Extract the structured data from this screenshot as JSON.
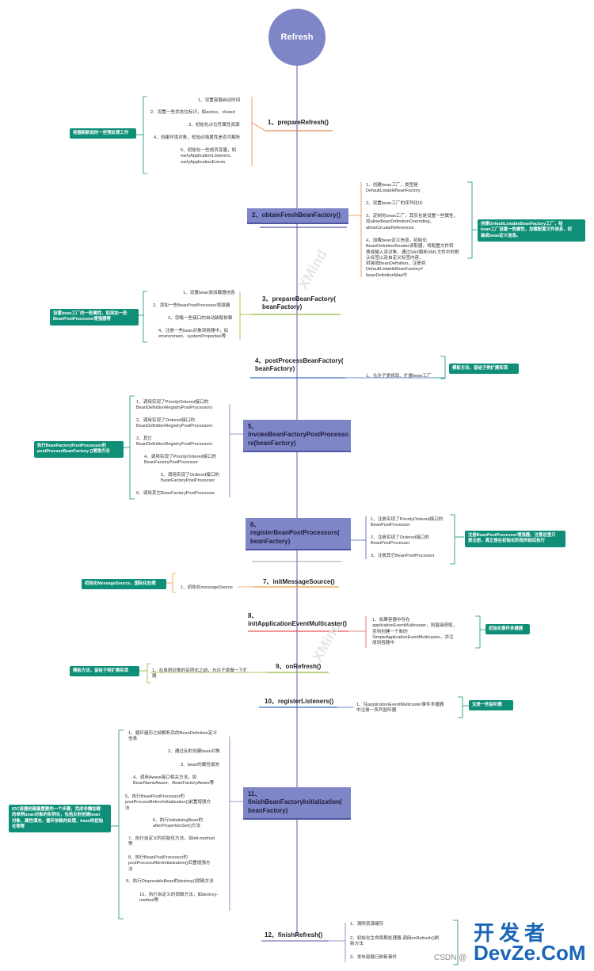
{
  "root": "Refresh",
  "steps": [
    {
      "label": "1、prepareRefresh()",
      "items": [
        "1、设置容器启动时间",
        "2、设置一些状态位标识，如active、closed",
        "3、初始化占位符属性资源",
        "4、创建环境对象，校验必填属性是否可解析",
        "5、初始化一些成员变量，如\nearlyApplicationListeners、\nearlyApplicationEvents"
      ],
      "tag": "容器刷新前的一些预处理工作"
    },
    {
      "label": "2、obtainFreshBeanFactory()",
      "items": [
        "1、创建bean工厂，类型是\nDefaultListableBeanFactory",
        "2、设置bean工厂的序列化ID",
        "3、定制化bean工厂，其实也是设置一些属性，\n如allowBeanDefinitionOverriding、\nallowCircularReferences",
        "4、加载bean定义信息，初始化\nBeanDefinitionReader读取器，将配置文件转\n换成输入流对象，通过SAX解析XML文件中的默\n认标签以及自定义标签内容，\n封装成BeanDefinition，注册到\nDefaultListableBeanFactory#\nbeanDefinitionMap中"
      ],
      "tag": "创建DefaultListableBeanFactory工厂，给\nbean工厂设置一些属性，加载配置文件信息，封\n装成bean定义信息。"
    },
    {
      "label": "3、prepareBeanFactory(\nbeanFactory)",
      "items": [
        "1、设置bean类加载器信息",
        "2、添加一些BeanPostProcessor增强器",
        "3、忽略一些接口的自动装配依赖",
        "4、注册一些bean对象到容器中，如\nenvironment、systemProperties等"
      ],
      "tag": "设置bean工厂的一些属性，如添加一些\nBeanPostProcessor增强器等"
    },
    {
      "label": "4、postProcessBeanFactory(\nbeanFactory)",
      "items": [
        "1、允许子类修改、扩展bean工厂"
      ],
      "tag": "模板方法，留给子类扩展实现"
    },
    {
      "label": "5、\ninvokeBeanFactoryPostProcesso\nrs(beanFactory)",
      "items": [
        "1、调用实现了PriorityOrdered接口的\nBeanDefinitionRegistryPostProcessors",
        "2、调用实现了Ordered接口的\nBeanDefinitionRegistryPostProcessors",
        "3、其它\nBeanDefinitionRegistryPostProcessors",
        "4、调用实现了PriorityOrdered接口的\nBeanFactoryPostProcessor",
        "5、调用实现了Ordered接口的\nBeanFactoryPostProcessor",
        "6、调用其它BeanFactoryPostProcessor"
      ],
      "tag": "执行BeanFactoryPostProcessor的\npostProcessBeanFactory ()增强方法"
    },
    {
      "label": "6、registerBeanPostProcessors(\nbeanFactory)",
      "items": [
        "1、注册实现了PriorityOrdered接口的\nBeanPostProcessor",
        "2、注册实现了Ordered接口的\nBeanPostProcessor",
        "3、注册其它BeanPostProcessor"
      ],
      "tag": "注册BeanPostProcessor增强器，注意这里只\n是注册，真正是在初始化阶段的前后执行"
    },
    {
      "label": "7、initMessageSource()",
      "items": [
        "1、初始化messageSource"
      ],
      "tag": "初始化MessageSource，国际化处理"
    },
    {
      "label": "8、\ninitApplicationEventMulticaster()",
      "items": [
        "1、如果容器中存在\napplicationEventMulticaster，则直接获取，\n否则创建一个新的\nSimpleApplicationEventMulticaster，并注\n册到容器中"
      ],
      "tag": "初始化事件多播器"
    },
    {
      "label": "9、onRefresh()",
      "items": [
        "1、在单例对象的实例化之前，允许子类做一下扩\n展"
      ],
      "tag": "模板方法，留给子类扩展实现"
    },
    {
      "label": "10、registerListeners()",
      "items": [
        "1、往applicationEventMulticaster事件多播器\n中注册一系列监听器"
      ],
      "tag": "注册一些监听器"
    },
    {
      "label": "11、\nfinishBeanFactoryInitialization(\nbeanFactory)",
      "items": [
        "1、循环遍历之前解析后的BeanDefinition定义\n信息",
        "2、通过反射创建bean对象",
        "3、bean的属性填充",
        "4、调用Aware接口相关方法，如\nBeanNameAware、BeanFactoryAware等",
        "5、执行BeanPostProcessor的\npostProcessBeforeInitialization()前置增强方\n法",
        "6、执行InitializingBean的\nafterPropertiesSet()方法",
        "7、执行自定义的初始化方法，如init-method\n等",
        "8、执行BeanPostProcessor的\npostProcessAfterInitialization()后置增强方\n法",
        "9、执行DisposableBean的destroy()销毁方法",
        "10、执行自定义的销毁方法，如destroy-\nmethod等"
      ],
      "tag": "IOC容器创建最重要的一个步骤，完成非懒加载\n的单例bean对象的实例化，包括反射创建bean\n对象、属性填充、循环依赖的处理、bean的初始\n化等等"
    },
    {
      "label": "12、finishRefresh()",
      "items": [
        "1、清除资源缓存",
        "2、初始化生命周期处理器,调用onRefresh()刷\n新方法",
        "3、发布容器已刷新事件"
      ]
    }
  ],
  "logo": {
    "line1": "开发者",
    "line2": "DevZe.CoM"
  },
  "credit": "CSDN @",
  "colors": {
    "box": "#7f86c8",
    "tag": "#0f8f78",
    "spine": "#8b6fb8"
  }
}
